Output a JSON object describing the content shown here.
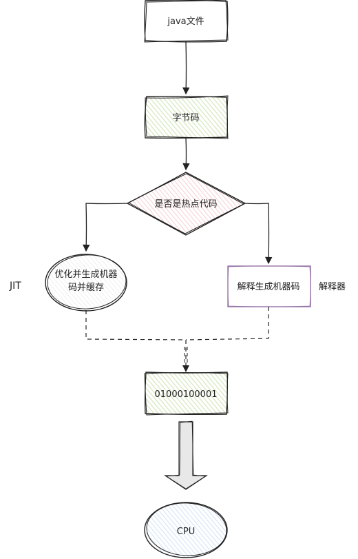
{
  "nodes": {
    "java_file": "java文件",
    "bytecode": "字节码",
    "hot_code_decision": "是否是热点代码",
    "jit_process_line1": "优化并生成机器",
    "jit_process_line2": "码并缓存",
    "interpreter_process": "解释生成机器码",
    "machine_code": "01000100001",
    "cpu": "CPU"
  },
  "side_labels": {
    "jit": "JIT",
    "interpreter": "解释器"
  },
  "colors": {
    "stroke": "#222222",
    "green_fill": "#e3f0d0",
    "pink_fill": "#f8d7da",
    "purple_stroke": "#9673a6",
    "blue_fill": "#d9e8f6",
    "ellipse_fill": "#f4f4f4"
  }
}
